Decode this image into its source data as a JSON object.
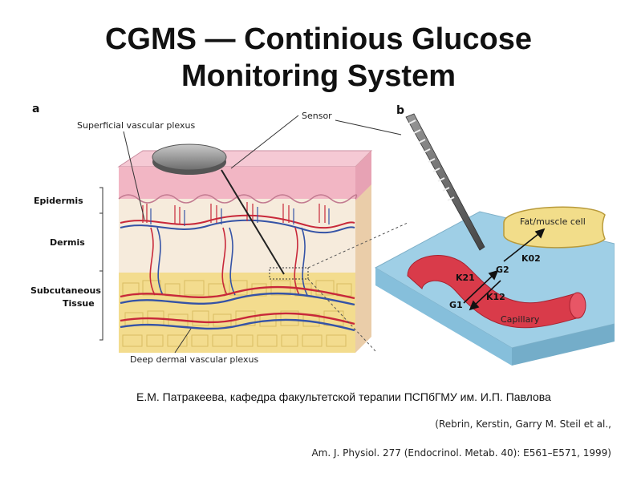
{
  "slide": {
    "title_line1": "CGMS — Continious Glucose",
    "title_line2": "Monitoring System",
    "author": "Е.М. Патракеева, кафедра факультетской терапии ПСПбГМУ им. И.П. Павлова",
    "reference_line1": "(Rebrin, Kerstin, Garry M. Steil et al.,",
    "reference_line2": "Am. J. Physiol. 277 (Endocrinol. Metab. 40): E561–E571, 1999)"
  },
  "figure": {
    "panel_a": "a",
    "panel_b": "b",
    "labels": {
      "superficial_plexus": "Superficial vascular plexus",
      "sensor": "Sensor",
      "epidermis": "Epidermis",
      "dermis": "Dermis",
      "subcutaneous_1": "Subcutaneous",
      "subcutaneous_2": "Tissue",
      "deep_plexus": "Deep dermal vascular plexus",
      "fat_muscle_cell": "Fat/muscle cell",
      "k02": "K02",
      "g2": "G2",
      "k21": "K21",
      "k12": "K12",
      "g1": "G1",
      "capillary": "Capillary"
    },
    "colors": {
      "skin_pink": "#f2b6c4",
      "dermis": "#f6ebdc",
      "fat": "#f3dc8e",
      "vessel_red": "#c8283a",
      "vessel_blue": "#3553a6",
      "interstitial_blue": "#9fcfe6",
      "capillary_red": "#d93b4a",
      "cell_yellow": "#f2dd8a"
    }
  }
}
